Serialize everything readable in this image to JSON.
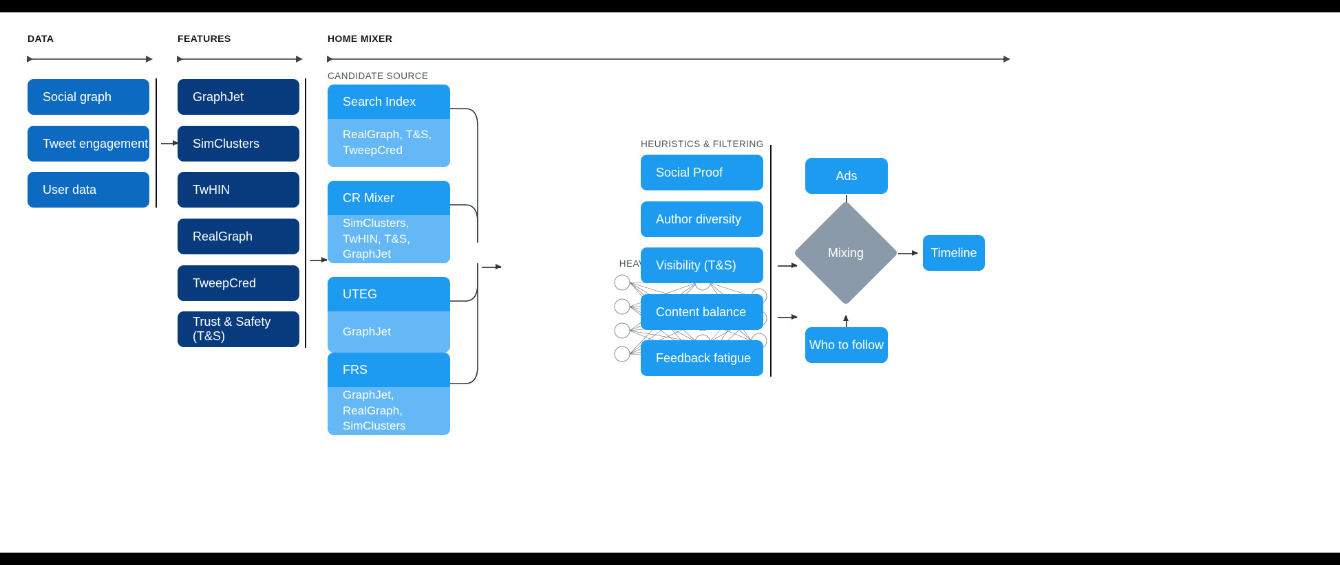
{
  "sections": {
    "data": {
      "label": "DATA"
    },
    "features": {
      "label": "FEATURES"
    },
    "home_mixer": {
      "label": "HOME MIXER"
    },
    "candidate_source": {
      "label": "CANDIDATE SOURCE"
    },
    "heavy_ranker": {
      "label": "HEAVY RANKER"
    },
    "heuristics": {
      "label": "HEURISTICS & FILTERING"
    }
  },
  "data_boxes": [
    {
      "label": "Social graph"
    },
    {
      "label": "Tweet engagement"
    },
    {
      "label": "User data"
    }
  ],
  "feature_boxes": [
    {
      "label": "GraphJet"
    },
    {
      "label": "SimClusters"
    },
    {
      "label": "TwHIN"
    },
    {
      "label": "RealGraph"
    },
    {
      "label": "TweepCred"
    },
    {
      "label": "Trust & Safety (T&S)"
    }
  ],
  "candidate_sources": [
    {
      "title": "Search Index",
      "features": "RealGraph, T&S, TweepCred"
    },
    {
      "title": "CR Mixer",
      "features": "SimClusters, TwHIN, T&S, GraphJet"
    },
    {
      "title": "UTEG",
      "features": "GraphJet"
    },
    {
      "title": "FRS",
      "features": "GraphJet, RealGraph, SimClusters"
    }
  ],
  "heuristics_boxes": [
    {
      "label": "Social Proof"
    },
    {
      "label": "Author diversity"
    },
    {
      "label": "Visibility (T&S)"
    },
    {
      "label": "Content balance"
    },
    {
      "label": "Feedback fatigue"
    }
  ],
  "outputs": {
    "ads": "Ads",
    "mixing": "Mixing",
    "who_to_follow": "Who to follow",
    "timeline": "Timeline"
  },
  "colors": {
    "data_blue": "#0c6ac0",
    "feature_navy": "#073b7e",
    "accent_blue": "#1d9bf0",
    "light_blue": "#63b8f5",
    "mixing_gray": "#8b9aa8",
    "line_gray": "#4a5259"
  },
  "network": {
    "input_nodes": 4,
    "hidden_nodes": 5,
    "output_nodes": 3
  }
}
